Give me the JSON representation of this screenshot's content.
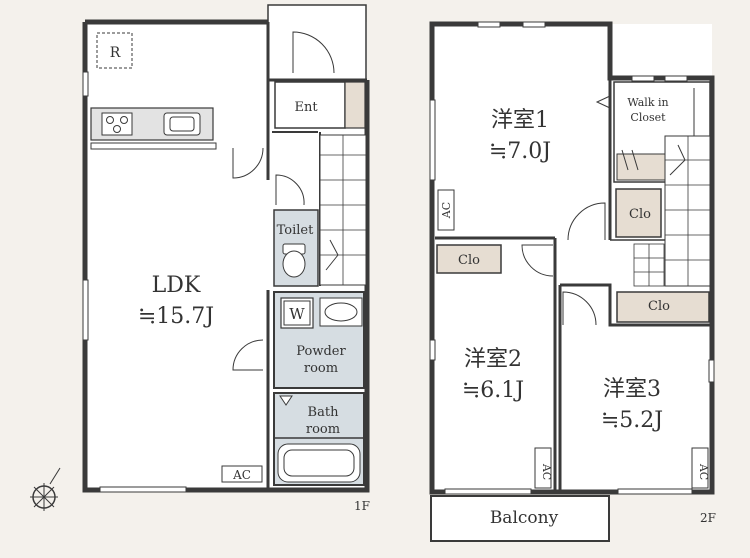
{
  "floor1": {
    "label": "1F",
    "rooms": {
      "ldk": {
        "name": "LDK",
        "area": "≒15.7J"
      },
      "entrance": "Ent",
      "toilet": "Toilet",
      "powder": [
        "Powder",
        "room"
      ],
      "bath": [
        "Bath",
        "room"
      ],
      "washer": "W",
      "roof_hatch": "R",
      "ac": "AC"
    }
  },
  "floor2": {
    "label": "2F",
    "rooms": {
      "room1": {
        "name": "洋室1",
        "area": "≒7.0J"
      },
      "room2": {
        "name": "洋室2",
        "area": "≒6.1J"
      },
      "room3": {
        "name": "洋室3",
        "area": "≒5.2J"
      },
      "walk_in": [
        "Walk in",
        "Closet"
      ],
      "closet": "Clo",
      "balcony": "Balcony",
      "ac": "AC"
    }
  },
  "colors": {
    "wall": "#3a3a3a",
    "floor": "#ffffff",
    "wet_area": "#d6dde2",
    "closet": "#e6ddd2",
    "background": "#f4f1ec"
  }
}
